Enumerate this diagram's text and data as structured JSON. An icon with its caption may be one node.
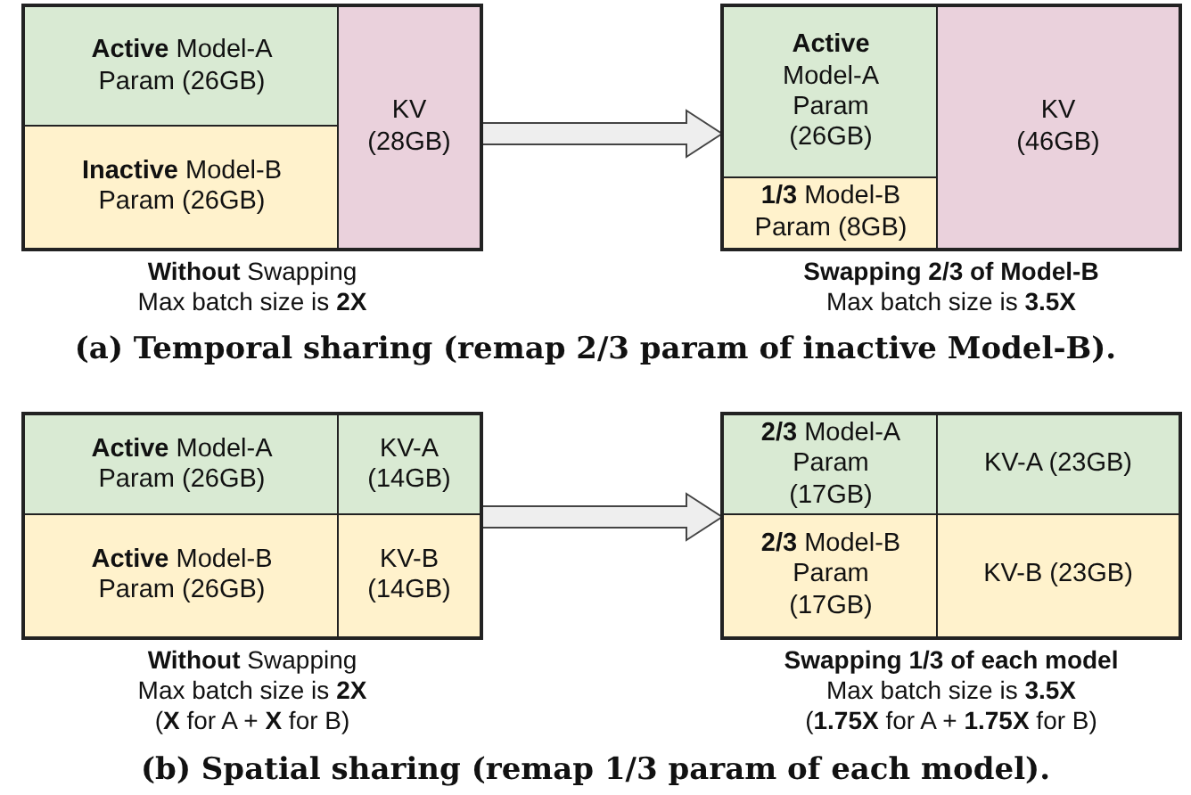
{
  "diagram": {
    "nodes": [
      {
        "text": [],
        "shape": "box",
        "beside": [
          "**Without** Swapping",
          "Max batch size is **2X**"
        ]
      },
      {
        "text": [
          "**Active** Model-A Param (26GB)"
        ],
        "in": 0
      },
      {
        "text": [
          "**Inactive** Model-B Param (26GB)"
        ],
        "in": 0
      },
      {
        "text": [
          "KV (28GB)"
        ],
        "in": 0
      },
      {
        "text": [],
        "shape": "box",
        "beside": [
          "Swapping 2/3 of Model-B",
          "Max batch size is **3.5X**"
        ]
      },
      {
        "text": [
          "**Active** Model-A Param (26GB)"
        ],
        "in": 4
      },
      {
        "text": [
          "**1/3** Model-B Param (8GB)"
        ],
        "in": 4
      },
      {
        "text": [
          "KV (46GB)"
        ],
        "in": 4
      },
      {
        "text": [],
        "shape": "box",
        "beside": [
          "**Without** Swapping",
          "Max batch size is **2X**",
          "(**X** for A + **X** for B)"
        ]
      },
      {
        "text": [
          "**Active** Model-A Param (26GB)"
        ],
        "in": 8
      },
      {
        "text": [
          "KV-A (14GB)"
        ],
        "in": 8
      },
      {
        "text": [
          "**Active** Model-B Param (26GB)"
        ],
        "in": 8
      },
      {
        "text": [
          "KV-B (14GB)"
        ],
        "in": 8
      },
      {
        "text": [],
        "shape": "box",
        "beside": [
          "Swapping 1/3 of each model",
          "Max batch size is **3.5X**",
          "(**1.75X** for A + **1.75X** for B)"
        ]
      },
      {
        "text": [
          "**2/3** Model-A Param (17GB)"
        ],
        "in": 13
      },
      {
        "text": [
          "KV-A (23GB)"
        ],
        "in": 13
      },
      {
        "text": [
          "**2/3** Model-B Param (17GB)"
        ],
        "in": 13
      },
      {
        "text": [
          "KV-B (23GB)"
        ],
        "in": 13
      }
    ],
    "edges": [
      {
        "from": 0,
        "to": 4,
        "arrow": "to"
      },
      {
        "from": 8,
        "to": 13,
        "arrow": "to"
      }
    ],
    "labels": [
      "(a) Temporal sharing (remap 2/3 param of inactive Model-B).",
      "(b) Spatial sharing (remap 1/3 param of each model)."
    ]
  }
}
